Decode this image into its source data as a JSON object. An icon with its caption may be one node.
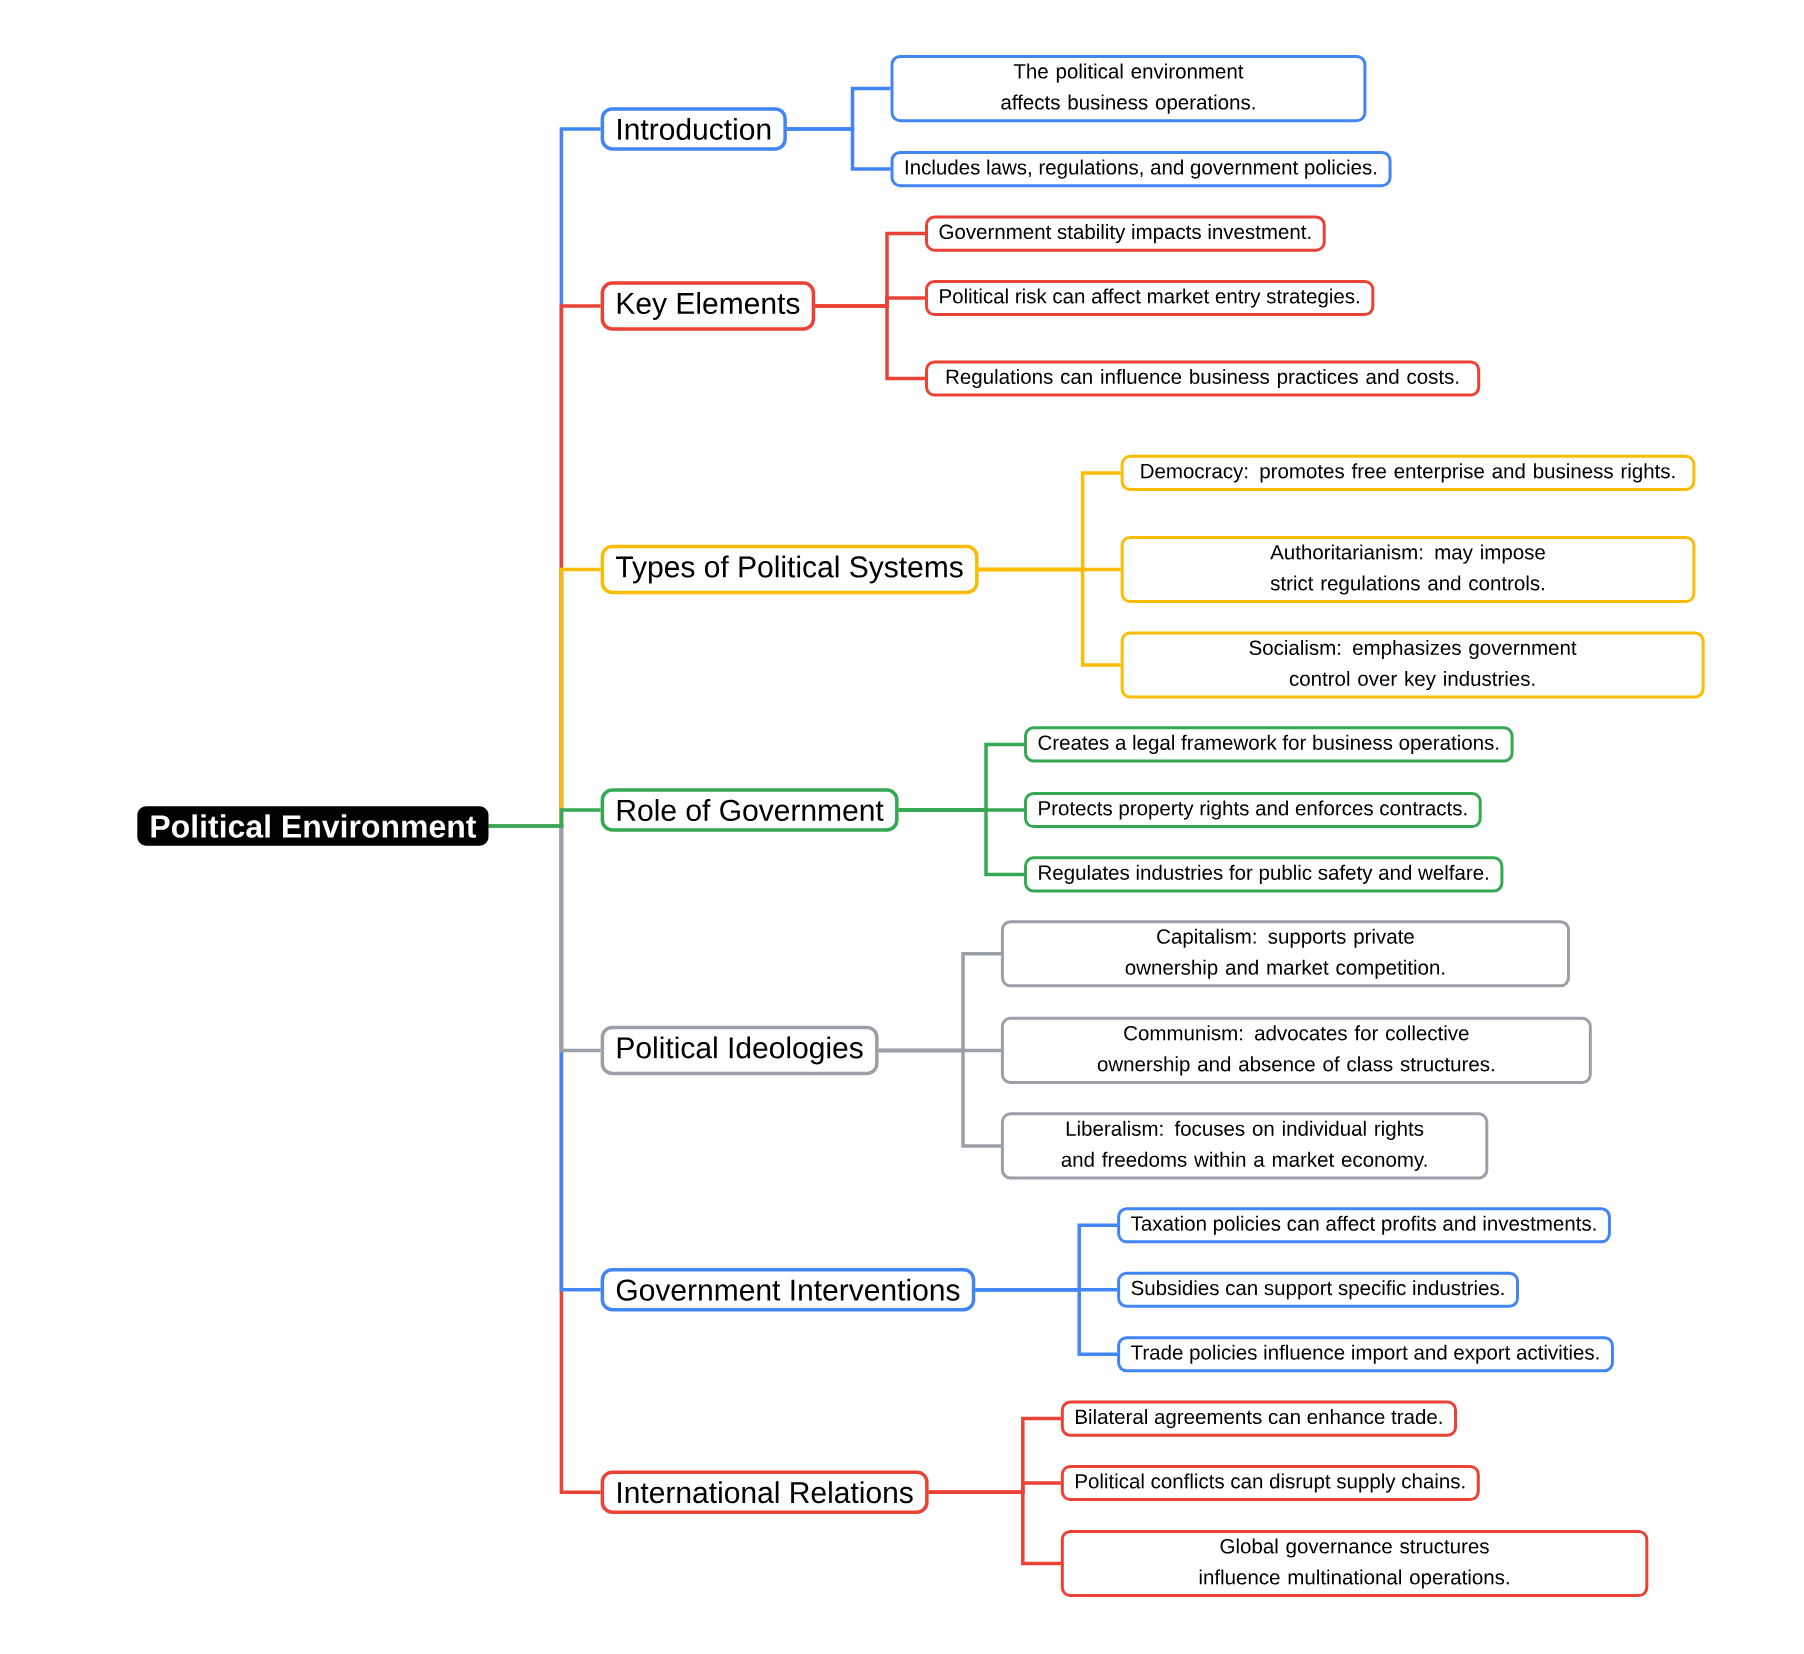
{
  "diagram": {
    "nodes": [
      {
        "text": [
          "Political Environment"
        ]
      },
      {
        "text": [
          "Introduction"
        ]
      },
      {
        "text": [
          "The political environment affects business operations."
        ]
      },
      {
        "text": [
          "Includes laws, regulations, and government policies."
        ]
      },
      {
        "text": [
          "Key Elements"
        ]
      },
      {
        "text": [
          "Government stability impacts investment."
        ]
      },
      {
        "text": [
          "Political risk can affect market entry strategies."
        ]
      },
      {
        "text": [
          "Regulations can influence business practices and costs."
        ]
      },
      {
        "text": [
          "Types of Political Systems"
        ]
      },
      {
        "text": [
          "Democracy: promotes free enterprise and business rights."
        ]
      },
      {
        "text": [
          "Authoritarianism: may impose strict regulations and controls."
        ]
      },
      {
        "text": [
          "Socialism: emphasizes government control over key industries."
        ]
      },
      {
        "text": [
          "Role of Government"
        ]
      },
      {
        "text": [
          "Creates a legal framework for business operations."
        ]
      },
      {
        "text": [
          "Protects property rights and enforces contracts."
        ]
      },
      {
        "text": [
          "Regulates industries for public safety and welfare."
        ]
      },
      {
        "text": [
          "Political Ideologies"
        ]
      },
      {
        "text": [
          "Capitalism: supports private ownership and market competition."
        ]
      },
      {
        "text": [
          "Communism: advocates for collective ownership and absence of class structures."
        ]
      },
      {
        "text": [
          "Liberalism: focuses on individual rights and freedoms within a market economy."
        ]
      },
      {
        "text": [
          "Government Interventions"
        ]
      },
      {
        "text": [
          "Taxation policies can affect profits and investments."
        ]
      },
      {
        "text": [
          "Subsidies can support specific industries."
        ]
      },
      {
        "text": [
          "Trade policies influence import and export activities."
        ]
      },
      {
        "text": [
          "International Relations"
        ]
      },
      {
        "text": [
          "Bilateral agreements can enhance trade."
        ]
      },
      {
        "text": [
          "Political conflicts can disrupt supply chains."
        ]
      },
      {
        "text": [
          "Global governance structures influence multinational operations."
        ]
      }
    ],
    "edges": [
      {
        "from": 0,
        "to": 1,
        "arrow": "none",
        "color": "#4285f4"
      },
      {
        "from": 0,
        "to": 4,
        "arrow": "none",
        "color": "#ea4335"
      },
      {
        "from": 0,
        "to": 8,
        "arrow": "none",
        "color": "#fbbc04"
      },
      {
        "from": 0,
        "to": 12,
        "arrow": "none",
        "color": "#34a853"
      },
      {
        "from": 0,
        "to": 16,
        "arrow": "none",
        "color": "#9aa0a6"
      },
      {
        "from": 0,
        "to": 20,
        "arrow": "none",
        "color": "#4285f4"
      },
      {
        "from": 0,
        "to": 24,
        "arrow": "none",
        "color": "#ea4335"
      },
      {
        "from": 1,
        "to": 2,
        "arrow": "none",
        "color": "#4285f4"
      },
      {
        "from": 1,
        "to": 3,
        "arrow": "none",
        "color": "#4285f4"
      },
      {
        "from": 4,
        "to": 5,
        "arrow": "none",
        "color": "#ea4335"
      },
      {
        "from": 4,
        "to": 6,
        "arrow": "none",
        "color": "#ea4335"
      },
      {
        "from": 4,
        "to": 7,
        "arrow": "none",
        "color": "#ea4335"
      },
      {
        "from": 8,
        "to": 9,
        "arrow": "none",
        "color": "#fbbc04"
      },
      {
        "from": 8,
        "to": 10,
        "arrow": "none",
        "color": "#fbbc04"
      },
      {
        "from": 8,
        "to": 11,
        "arrow": "none",
        "color": "#fbbc04"
      },
      {
        "from": 12,
        "to": 13,
        "arrow": "none",
        "color": "#34a853"
      },
      {
        "from": 12,
        "to": 14,
        "arrow": "none",
        "color": "#34a853"
      },
      {
        "from": 12,
        "to": 15,
        "arrow": "none",
        "color": "#34a853"
      },
      {
        "from": 16,
        "to": 17,
        "arrow": "none",
        "color": "#9aa0a6"
      },
      {
        "from": 16,
        "to": 18,
        "arrow": "none",
        "color": "#9aa0a6"
      },
      {
        "from": 16,
        "to": 19,
        "arrow": "none",
        "color": "#9aa0a6"
      },
      {
        "from": 20,
        "to": 21,
        "arrow": "none",
        "color": "#4285f4"
      },
      {
        "from": 20,
        "to": 22,
        "arrow": "none",
        "color": "#4285f4"
      },
      {
        "from": 20,
        "to": 23,
        "arrow": "none",
        "color": "#4285f4"
      },
      {
        "from": 24,
        "to": 25,
        "arrow": "none",
        "color": "#ea4335"
      },
      {
        "from": 24,
        "to": 26,
        "arrow": "none",
        "color": "#ea4335"
      },
      {
        "from": 24,
        "to": 27,
        "arrow": "none",
        "color": "#ea4335"
      }
    ]
  }
}
